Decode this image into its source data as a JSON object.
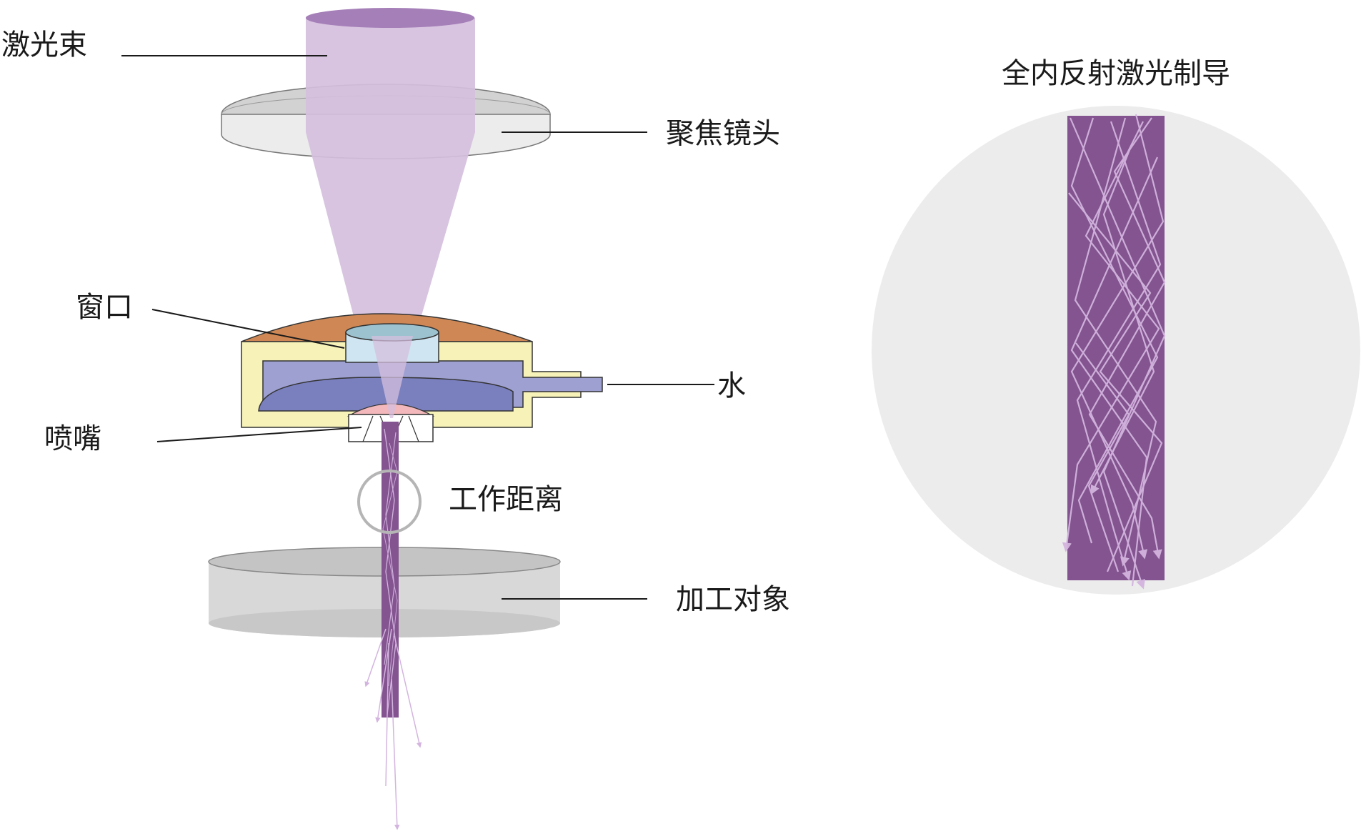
{
  "labels": {
    "laser_beam": "激光束",
    "focus_lens": "聚焦镜头",
    "window": "窗口",
    "water": "水",
    "nozzle": "喷嘴",
    "working_distance": "工作距离",
    "workpiece": "加工对象",
    "inset_title": "全内反射激光制导"
  },
  "colors": {
    "laser_light": "#d5bfdd",
    "laser_top": "#a57fb8",
    "water_jet": "#83548f",
    "lens": "#ececec",
    "nozzle_cap": "#cf8855",
    "housing": "#f6f2b8",
    "water_channel": "#9da0d0",
    "water_chamber": "#7a7fbe",
    "window_glass": "#cfe6f2",
    "nozzle_tip": "#f3b8bb",
    "workpiece": "#d8d8d8",
    "inset_bg": "#ececec",
    "reflection_rays": "#d3b4df"
  }
}
